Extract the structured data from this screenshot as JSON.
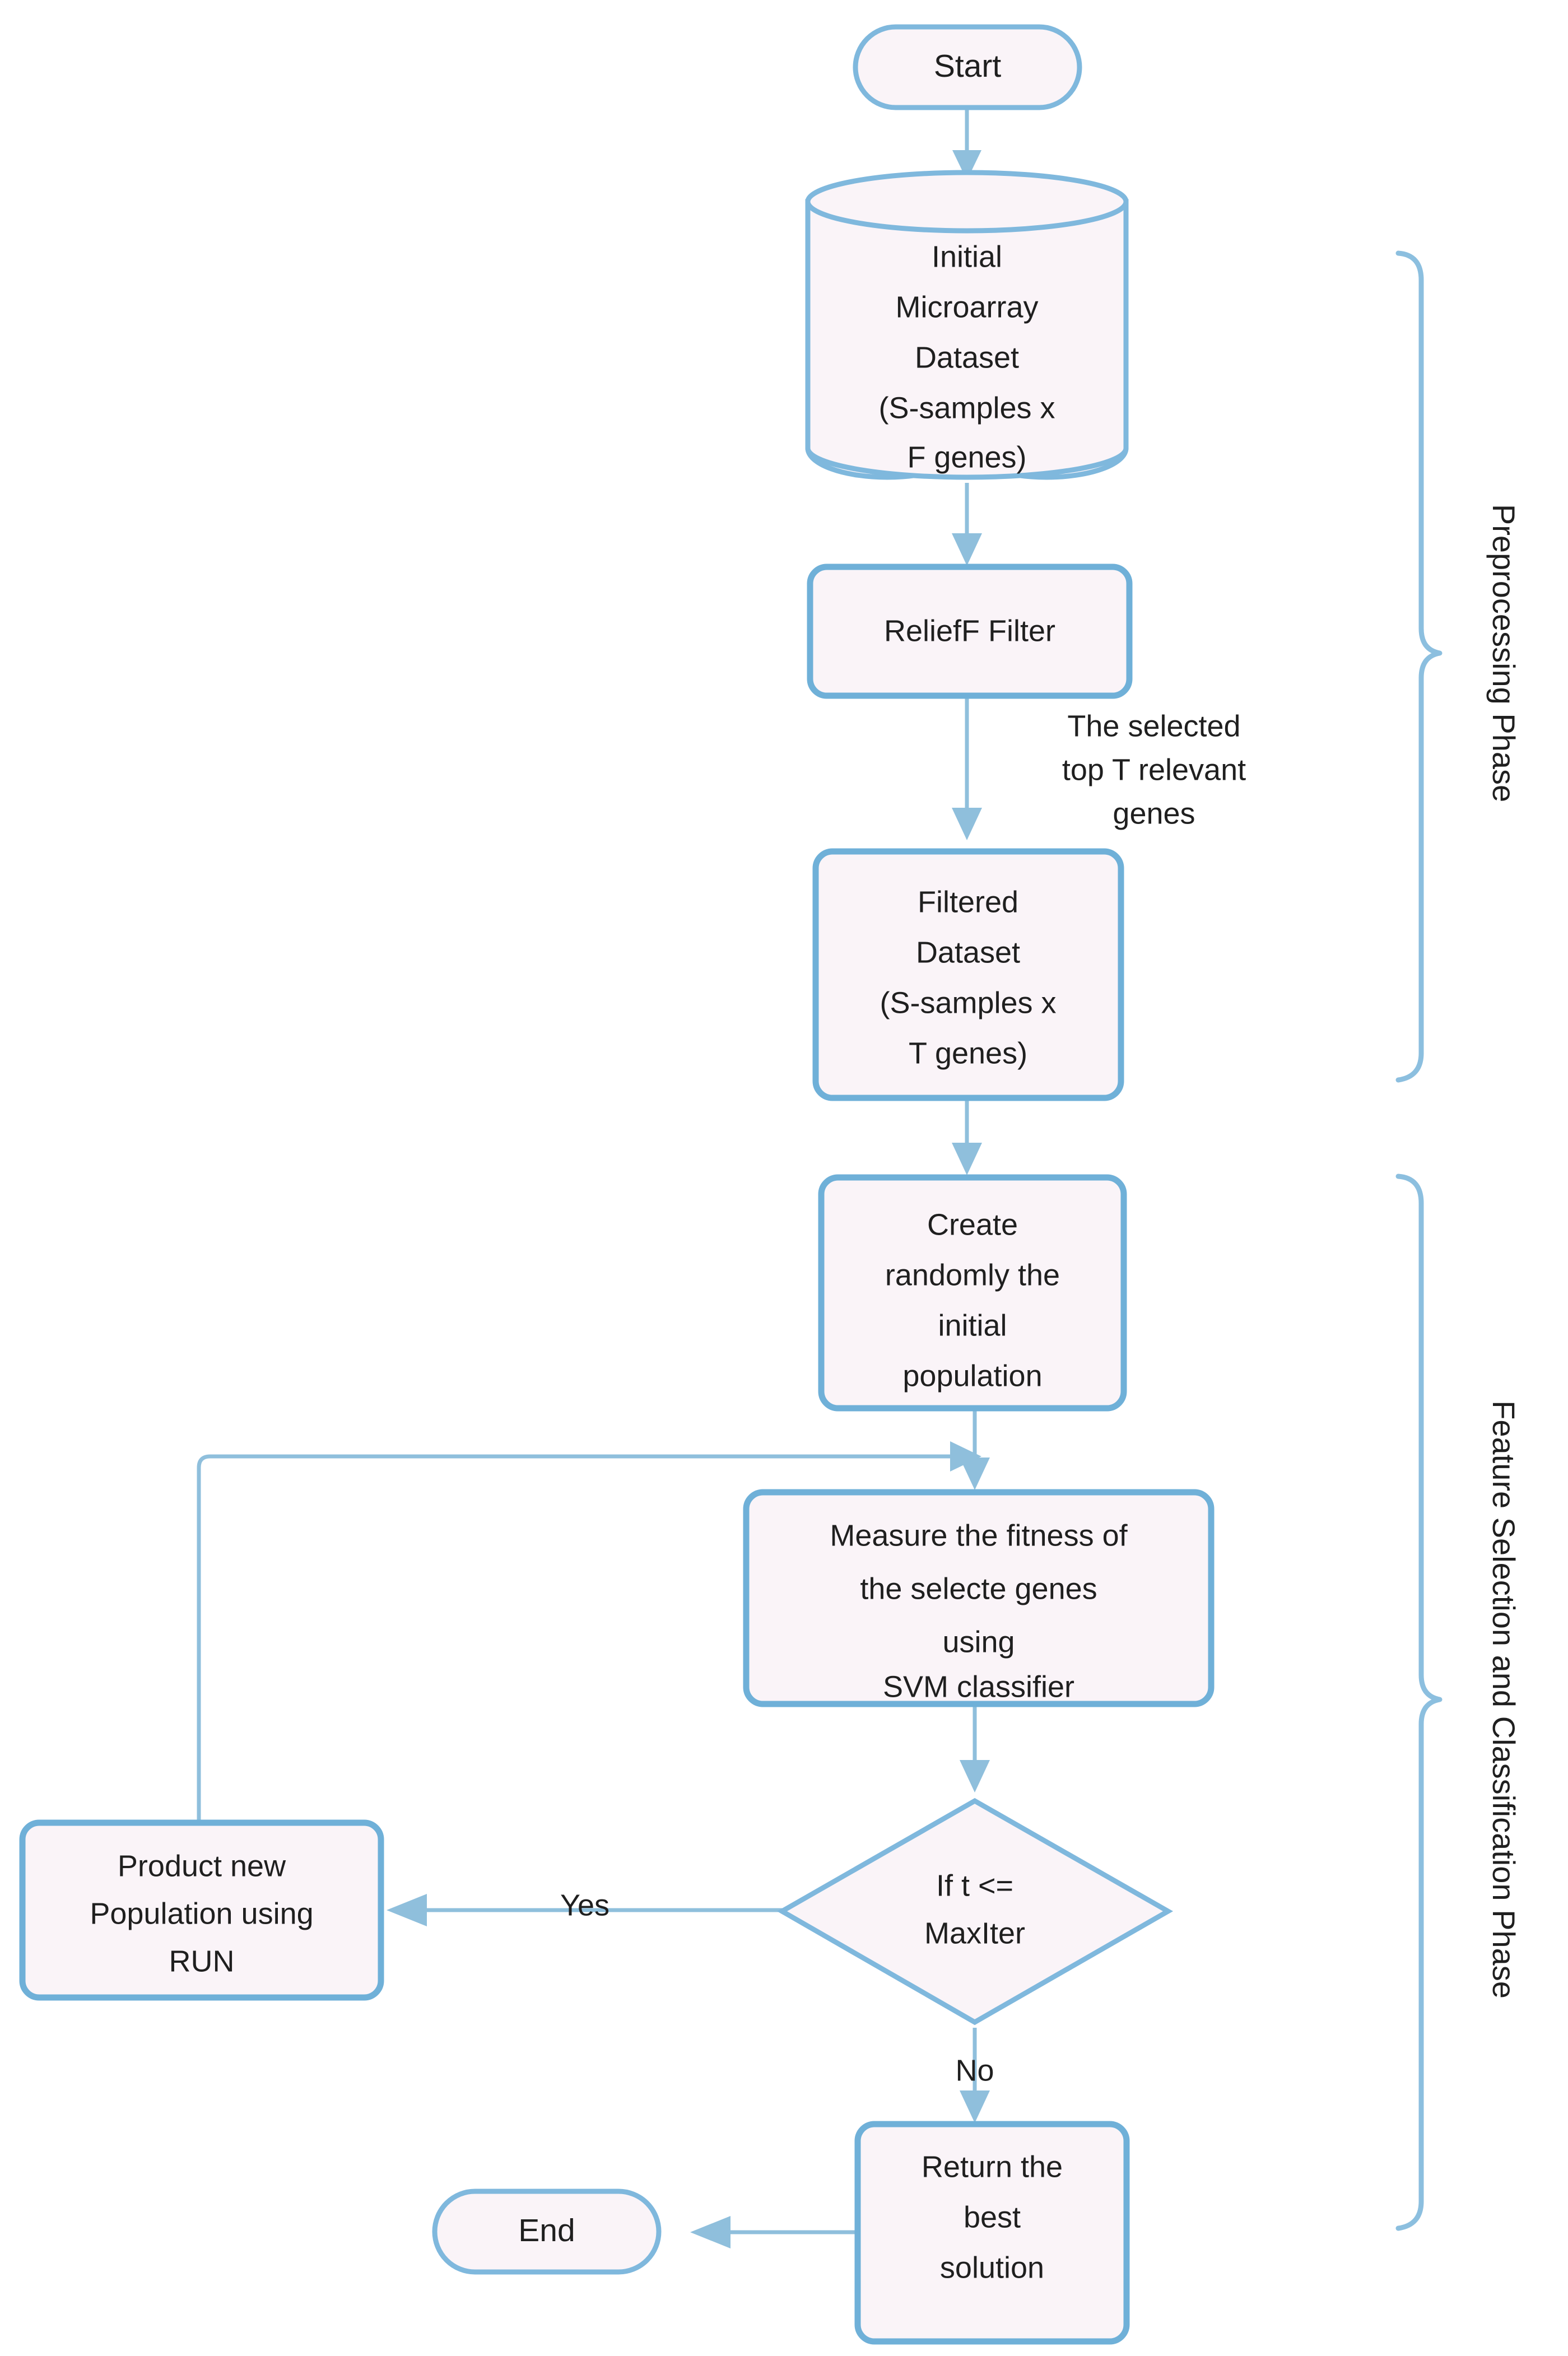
{
  "diagram": {
    "title": "Gene selection flowchart",
    "colors": {
      "node_stroke": "#7fb8dd",
      "node_fill": "#faf4f8",
      "edge_stroke": "#8fbfdc",
      "brace_stroke": "#8cbfdf",
      "text": "#1f1f1f",
      "background": "#ffffff"
    },
    "nodes": {
      "start": {
        "label": "Start",
        "shape": "terminator"
      },
      "initial_dataset": {
        "shape": "cylinder",
        "lines": [
          "Initial",
          "Microarray",
          "Dataset",
          "(S-samples x",
          "F genes)"
        ]
      },
      "relieff_filter": {
        "shape": "process",
        "lines": [
          "ReliefF Filter"
        ]
      },
      "filtered_dataset": {
        "shape": "process",
        "lines": [
          "Filtered",
          "Dataset",
          "(S-samples x",
          "T genes)"
        ]
      },
      "create_population": {
        "shape": "process",
        "lines": [
          "Create",
          "randomly the",
          "initial",
          "population"
        ]
      },
      "measure_fitness": {
        "shape": "process",
        "lines": [
          "Measure the fitness of",
          "the selecte genes",
          "using",
          "SVM classifier"
        ]
      },
      "decision_maxiter": {
        "shape": "decision",
        "lines": [
          "If t <=",
          "MaxIter"
        ]
      },
      "product_population": {
        "shape": "process",
        "lines": [
          "Product new",
          "Population using",
          "RUN"
        ]
      },
      "return_best": {
        "shape": "process",
        "lines": [
          "Return the",
          "best",
          "solution"
        ]
      },
      "end": {
        "label": "End",
        "shape": "terminator"
      }
    },
    "edge_labels": {
      "relieff_to_filtered": [
        "The selected",
        "top T relevant",
        "genes"
      ],
      "decision_yes": "Yes",
      "decision_no": "No"
    },
    "phases": [
      {
        "label": "Preprocessing Phase"
      },
      {
        "label": "Feature Selection and Classification Phase"
      }
    ]
  }
}
